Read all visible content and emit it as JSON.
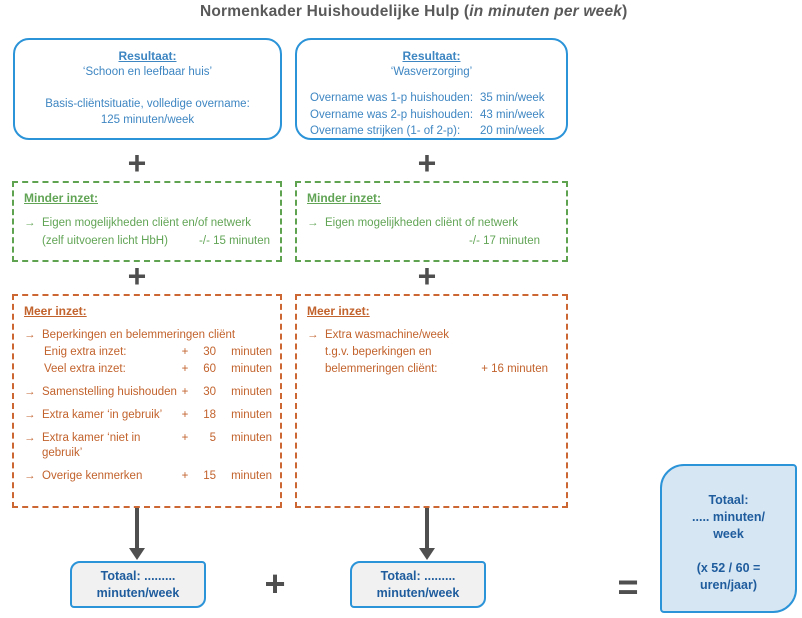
{
  "title": {
    "prefix": "Normenkader Huishoudelijke Hulp (",
    "italic": "in minuten per week",
    "suffix": ")"
  },
  "operators": {
    "plus": "+",
    "equals": "="
  },
  "result_clean": {
    "header": "Resultaat:",
    "subtitle": "‘Schoon en leefbaar huis’",
    "line1": "Basis-cliëntsituatie, volledige overname:",
    "line2": "125 minuten/week"
  },
  "result_laundry": {
    "header": "Resultaat:",
    "subtitle": "‘Wasverzorging’",
    "rows": [
      {
        "label": "Overname was 1-p huishouden:",
        "value": "35 min/week"
      },
      {
        "label": "Overname was 2-p huishouden:",
        "value": "43 min/week"
      },
      {
        "label": "Overname strijken (1- of 2-p):",
        "value": "20 min/week"
      }
    ]
  },
  "less_left": {
    "header": "Minder inzet:",
    "arrow": "→",
    "item": "Eigen mogelijkheden cliënt en/of netwerk",
    "detail": "(zelf uitvoeren licht HbH)",
    "value": "-/- 15 minuten"
  },
  "less_right": {
    "header": "Minder inzet:",
    "arrow": "→",
    "item": "Eigen mogelijkheden cliënt of netwerk",
    "value": "-/- 17 minuten"
  },
  "more_left": {
    "header": "Meer inzet:",
    "rows": [
      {
        "arrow": "→",
        "label": "Beperkingen en belemmeringen cliënt",
        "plus": "",
        "num": "",
        "unit": ""
      },
      {
        "arrow": "",
        "label": "Enig extra inzet:",
        "plus": "+",
        "num": "30",
        "unit": "minuten"
      },
      {
        "arrow": "",
        "label": "Veel extra inzet:",
        "plus": "+",
        "num": "60",
        "unit": "minuten"
      },
      {
        "arrow": "→",
        "label": "Samenstelling huishouden",
        "plus": "+",
        "num": "30",
        "unit": "minuten"
      },
      {
        "arrow": "→",
        "label": "Extra kamer ‘in gebruik’",
        "plus": "+",
        "num": "18",
        "unit": "minuten"
      },
      {
        "arrow": "→",
        "label": "Extra kamer ‘niet in gebruik’",
        "plus": "+",
        "num": "5",
        "unit": "minuten"
      },
      {
        "arrow": "→",
        "label": "Overige kenmerken",
        "plus": "+",
        "num": "15",
        "unit": "minuten"
      }
    ]
  },
  "more_right": {
    "header": "Meer inzet:",
    "arrow": "→",
    "line1": "Extra wasmachine/week",
    "line2": "t.g.v. beperkingen en",
    "line3": "belemmeringen cliënt:",
    "value": "+ 16 minuten"
  },
  "total_left": {
    "line1": "Totaal:  .........",
    "line2": "minuten/week"
  },
  "total_right": {
    "line1": "Totaal:  .........",
    "line2": "minuten/week"
  },
  "total_year": {
    "line1": "Totaal:",
    "line2": "..... minuten/",
    "line3": "week",
    "line4": "(x 52 / 60 =",
    "line5": "uren/jaar)"
  },
  "colors": {
    "blue_border": "#2B93D8",
    "blue_text": "#3E86C2",
    "dark_blue": "#1E5C9D",
    "green": "#61A455",
    "orange": "#C2622C",
    "gray": "#595959",
    "total_fill": "#F1F1F1",
    "year_fill": "#D7E6F3"
  }
}
